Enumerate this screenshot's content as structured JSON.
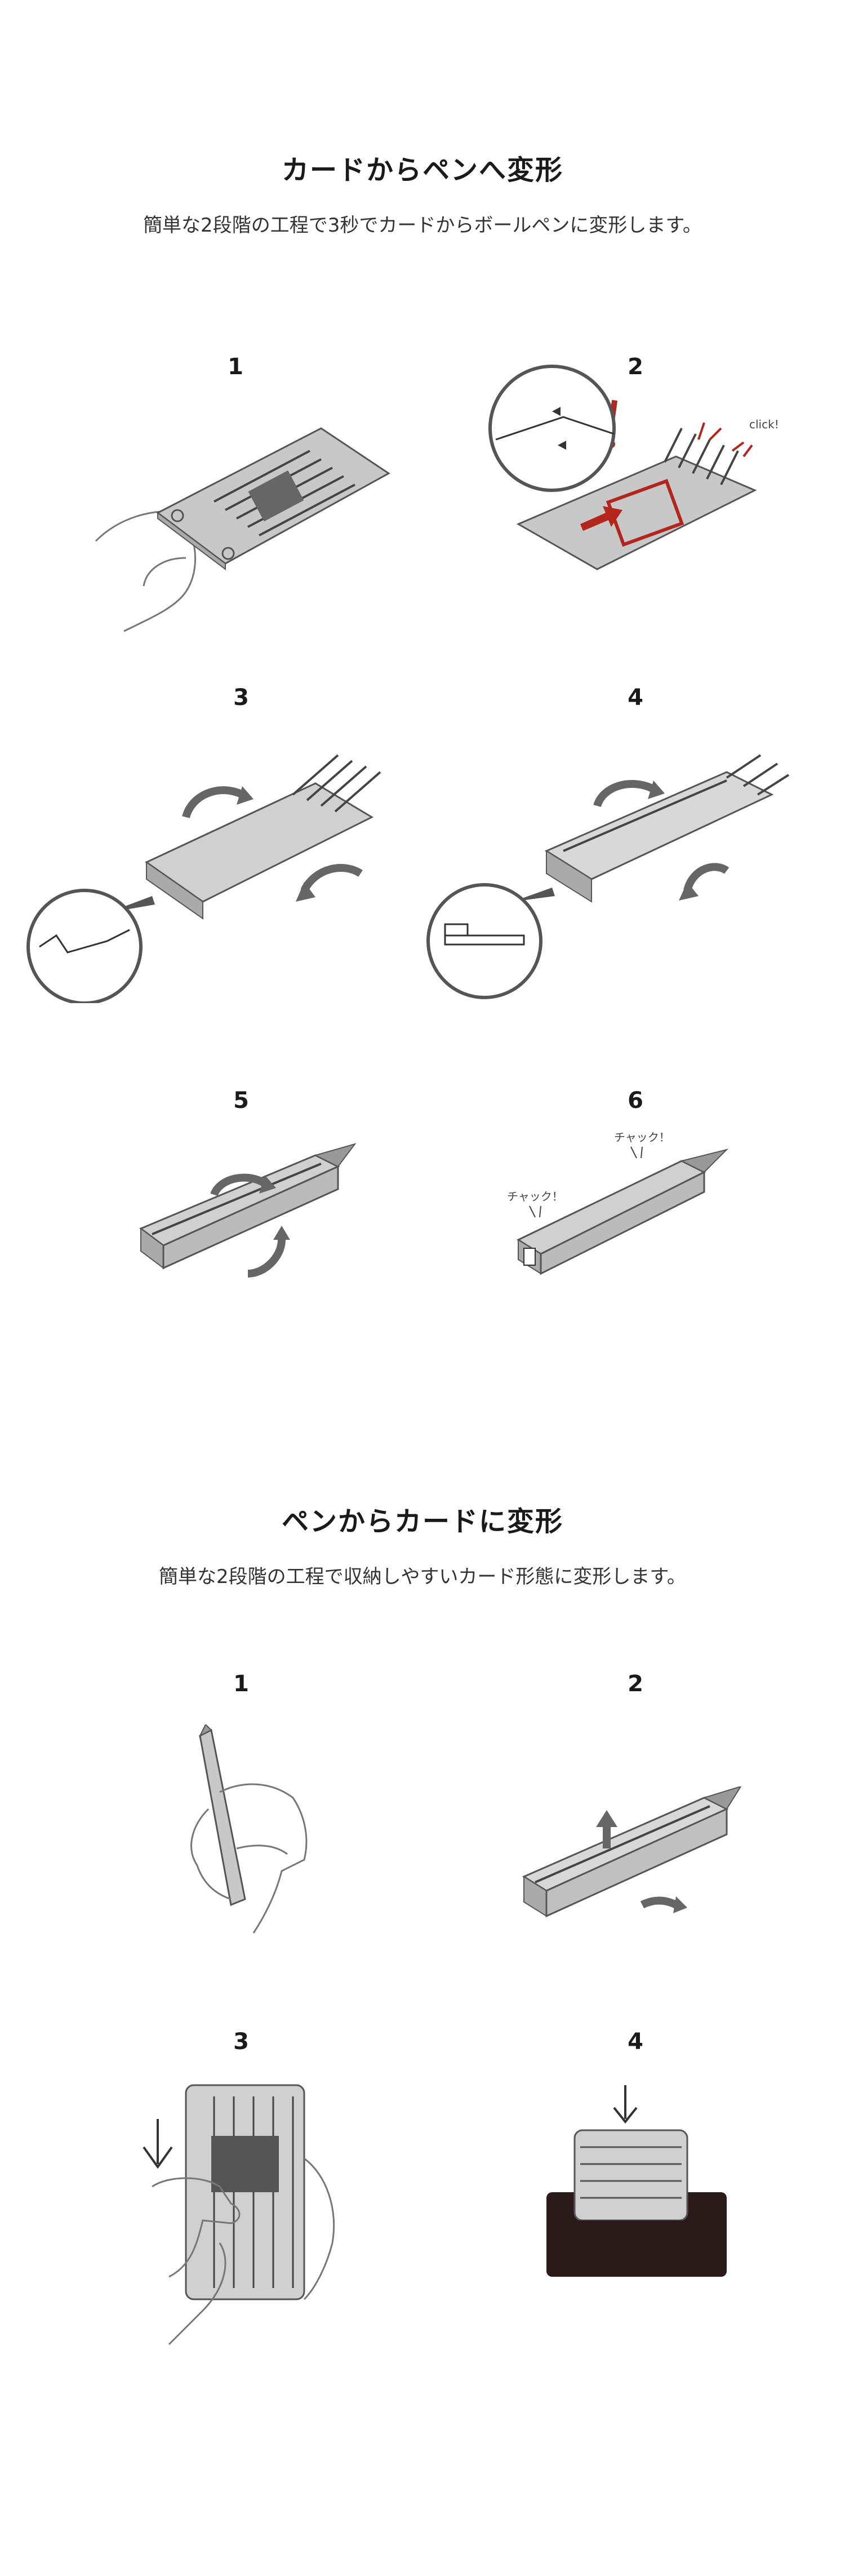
{
  "section1": {
    "title": "カードからペンへ変形",
    "subtitle": "簡単な2段階の工程で3秒でカードからボールペンに変形します。",
    "steps": [
      "1",
      "2",
      "3",
      "4",
      "5",
      "6"
    ],
    "click_label": "click!",
    "chack_label_a": "チャック！",
    "chack_label_b": "チャック！"
  },
  "section2": {
    "title": "ペンからカードに変形",
    "subtitle": "簡単な2段階の工程で収納しやすいカード形態に変形します。",
    "steps": [
      "1",
      "2",
      "3",
      "4"
    ]
  },
  "colors": {
    "accent_red": "#b3261e",
    "line_gray": "#555555",
    "fill_gray": "#c8c8c8",
    "wallet": "#2a1a1a"
  }
}
